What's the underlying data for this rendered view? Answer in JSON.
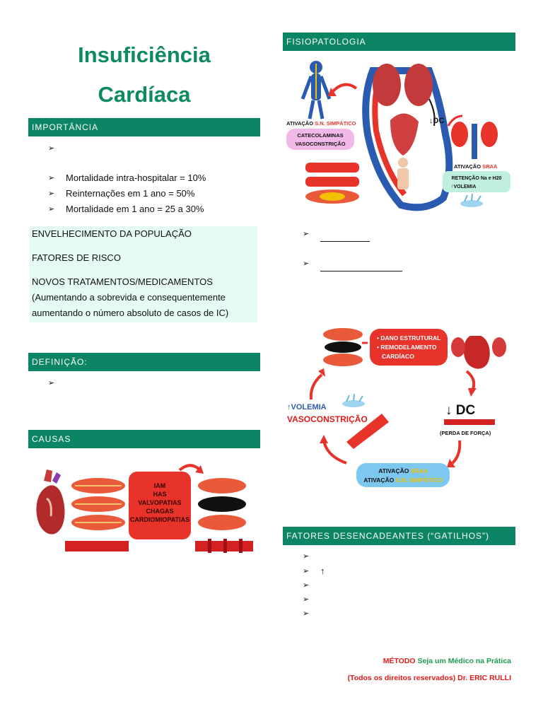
{
  "title": {
    "line1": "Insuficiência",
    "line2": "Cardíaca"
  },
  "importancia": {
    "header": "IMPORTÂNCIA",
    "bullets": [
      "",
      "Mortalidade intra-hospitalar = 10%",
      "Reinternações em 1 ano = 50%",
      "Mortalidade em 1 ano = 25 a 30%"
    ],
    "box": [
      "ENVELHECIMENTO DA POPULAÇÃO",
      "FATORES DE RISCO",
      "NOVOS TRATAMENTOS/MEDICAMENTOS",
      "(Aumentando a sobrevida e consequentemente",
      "aumentando o número absoluto de casos de IC)"
    ]
  },
  "definicao": {
    "header": "DEFINIÇÃO:"
  },
  "causas": {
    "header": "CAUSAS",
    "box": [
      "IAM",
      "HAS",
      "VALVOPATIAS",
      "CHAGAS",
      "CARDIOMIOPATIAS"
    ]
  },
  "fisiopatologia": {
    "header": "FISIOPATOLOGIA",
    "labels": {
      "sn_prefix": "ATIVAÇÃO ",
      "sn_hl": "S.N. SIMPÁTICO",
      "cat1": "CATECOLAMINAS",
      "cat2": "VASOCONSTRIÇÃO",
      "dc": "↓DC",
      "sraa_prefix": "ATIVAÇÃO ",
      "sraa_hl": "SRAA",
      "ret1": "RETENÇÃO Na e H20",
      "ret2": "↑VOLEMIA"
    }
  },
  "ciclo": {
    "box": [
      "• DANO ESTRUTURAL",
      "• REMODELAMENTO",
      "CARDÍACO"
    ],
    "dc": "↓ DC",
    "perda": "(PERDA DE FORÇA)",
    "volemia": "↑VOLEMIA",
    "vaso": "VASOCONSTRIÇÃO",
    "at1_prefix": "ATIVAÇÃO ",
    "at1_hl": "SRAA",
    "at2_prefix": "ATIVAÇÃO ",
    "at2_hl": "S.N. SIMPÁTICO"
  },
  "fatores": {
    "header": "FATORES DESENCADEANTES (“GATILHOS”)",
    "bullets": [
      "",
      "↑",
      "",
      "",
      ""
    ]
  },
  "footer": {
    "metodo": "MÉTODO",
    "seja": " Seja um Médico na Prática",
    "direitos": "(Todos os direitos reservados) Dr. ERIC RULLI"
  },
  "colors": {
    "accent": "#0b8564",
    "title": "#0e8a63",
    "mint": "#e6fbf6",
    "red": "#e11a1a",
    "highlight": "#f2c200"
  }
}
